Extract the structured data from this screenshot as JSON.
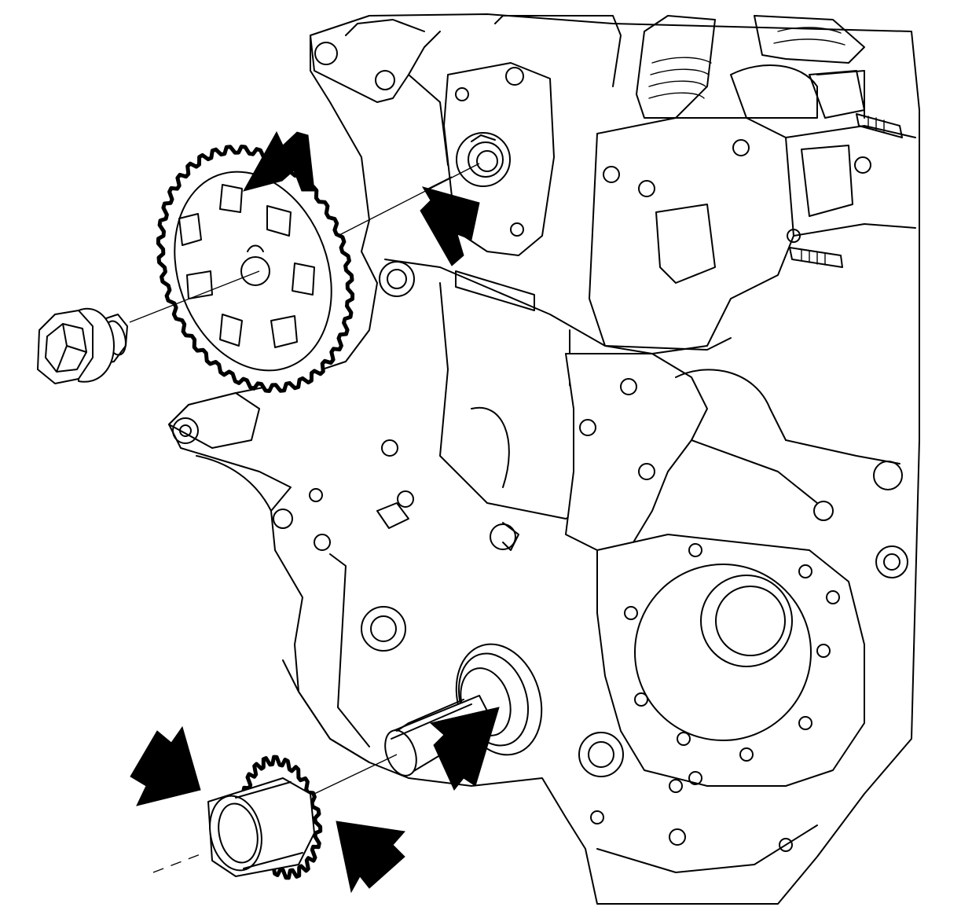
{
  "diagram": {
    "parts": [
      {
        "name": "engine-block",
        "icon": "engine-block-icon"
      },
      {
        "name": "cylinder-head",
        "icon": "cylinder-head-icon"
      },
      {
        "name": "camshaft-sprocket",
        "icon": "sprocket-icon"
      },
      {
        "name": "camshaft-sprocket-bolt",
        "icon": "bolt-icon"
      },
      {
        "name": "crankshaft-sprocket",
        "icon": "sprocket-icon"
      },
      {
        "name": "crankshaft-nose",
        "icon": "shaft-icon"
      }
    ],
    "arrow_color": "#000000",
    "line_color": "#000000",
    "background": "#ffffff"
  }
}
